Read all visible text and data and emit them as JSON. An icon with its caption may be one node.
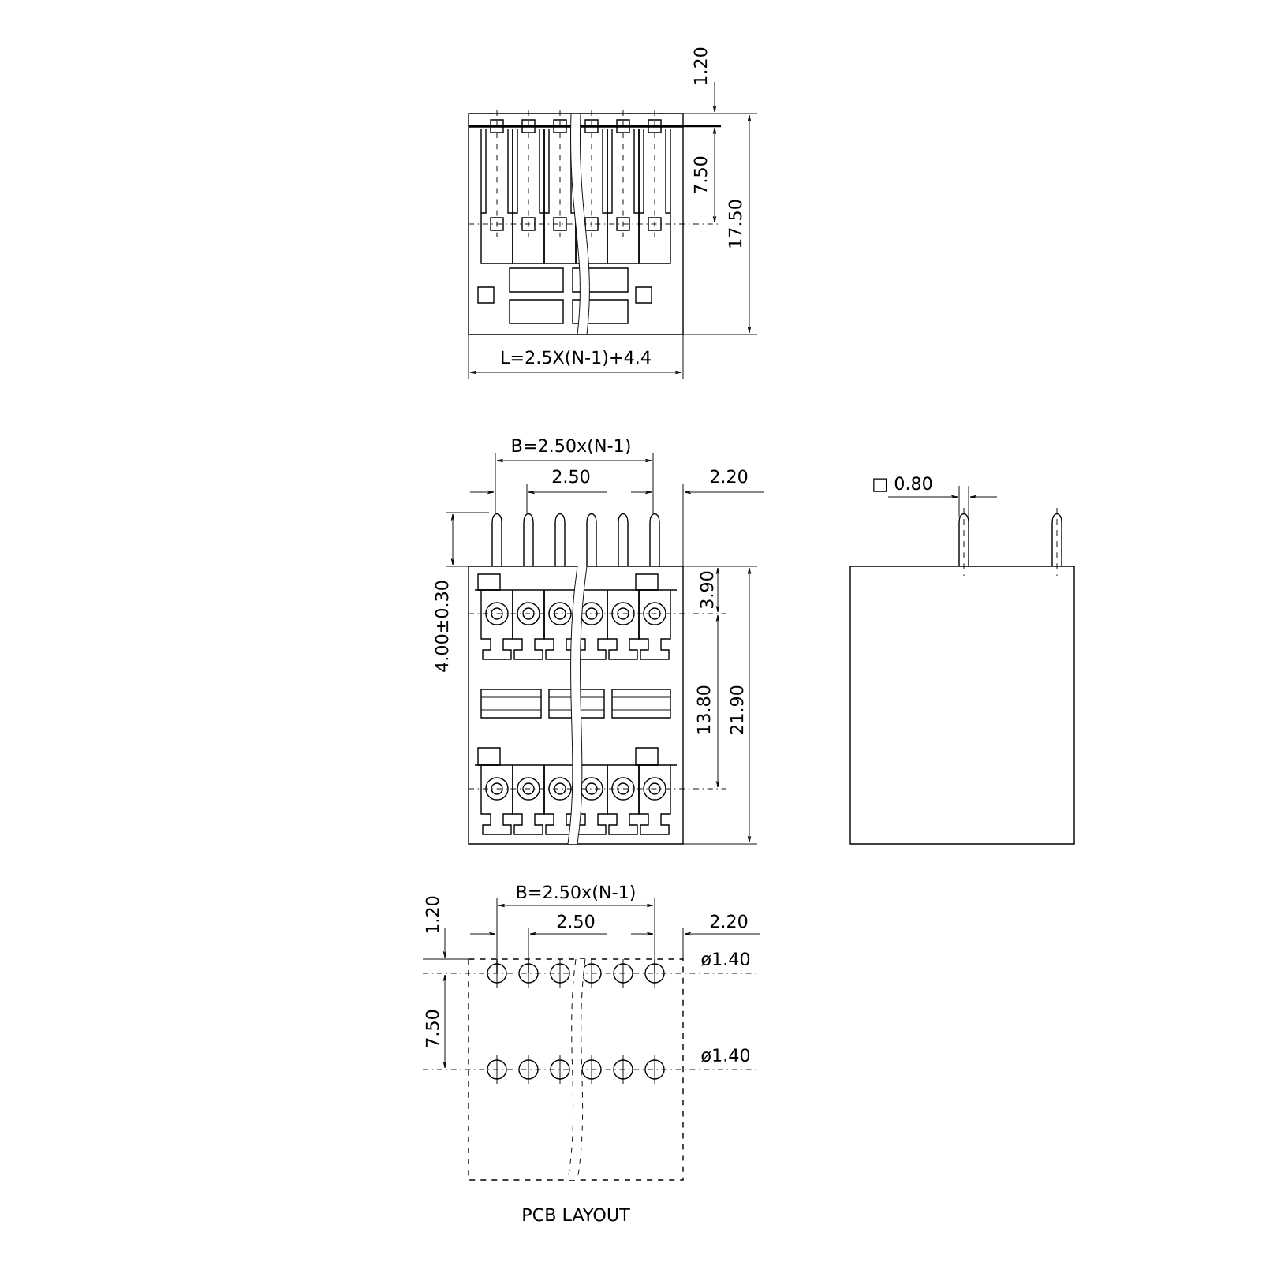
{
  "diagram": {
    "labels": [
      "1.20",
      "7.50",
      "17.50",
      "L=2.5X(N-1)+4.4",
      "B=2.50x(N-1)",
      "2.50",
      "2.20",
      "4.00±0.30",
      "3.90",
      "13.80",
      "21.90",
      "□ 0.80",
      "1.20",
      "B=2.50x(N-1)",
      "2.50",
      "2.20",
      "ø1.40",
      "7.50",
      "ø1.40",
      "PCB LAYOUT"
    ]
  }
}
